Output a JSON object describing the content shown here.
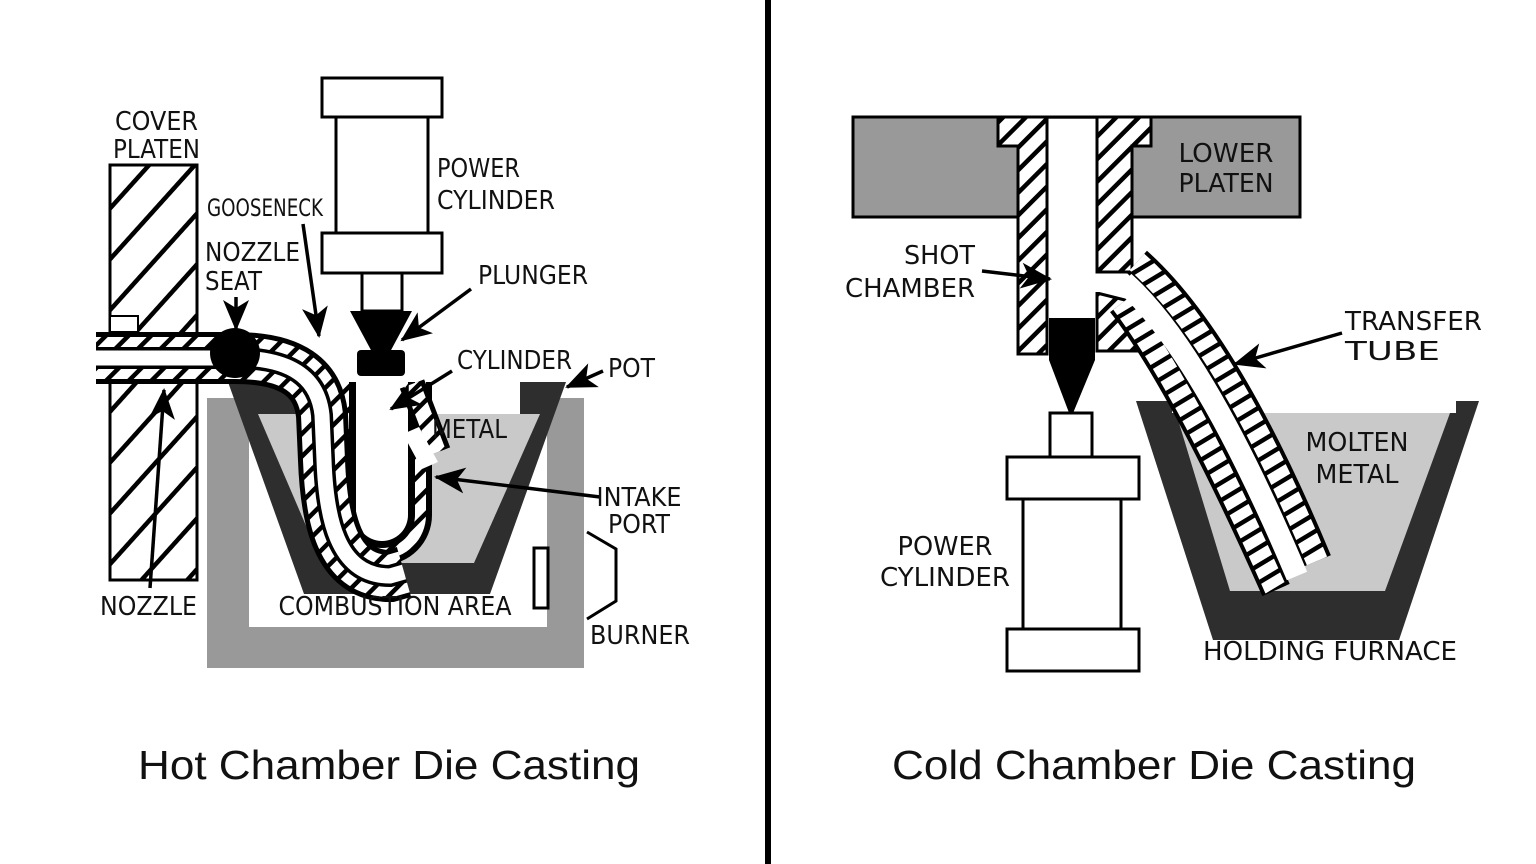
{
  "left": {
    "title": "Hot Chamber Die Casting",
    "labels": {
      "cover_platen": [
        "COVER",
        "PLATEN"
      ],
      "gooseneck": "GOOSENECK",
      "nozzle_seat": [
        "NOZZLE",
        "SEAT"
      ],
      "power_cylinder": [
        "POWER",
        "CYLINDER"
      ],
      "plunger": "PLUNGER",
      "cylinder": "CYLINDER",
      "pot": "POT",
      "metal": "METAL",
      "intake_port": [
        "INTAKE",
        "PORT"
      ],
      "nozzle": "NOZZLE",
      "combustion_area": "COMBUSTION AREA",
      "burner": "BURNER"
    }
  },
  "right": {
    "title": "Cold Chamber Die Casting",
    "labels": {
      "lower_platen": [
        "LOWER",
        "PLATEN"
      ],
      "shot_chamber": [
        "SHOT",
        "CHAMBER"
      ],
      "transfer_tube": [
        "TRANSFER",
        "TUBE"
      ],
      "molten_metal": [
        "MOLTEN",
        "METAL"
      ],
      "power_cylinder": [
        "POWER",
        "CYLINDER"
      ],
      "holding_furnace": "HOLDING FURNACE"
    }
  },
  "colors": {
    "background": "#ffffff",
    "outline": "#000000",
    "housing_gray": "#999999",
    "vessel_dark": "#2e2e2e",
    "metal_light": "#c9c9c9"
  }
}
